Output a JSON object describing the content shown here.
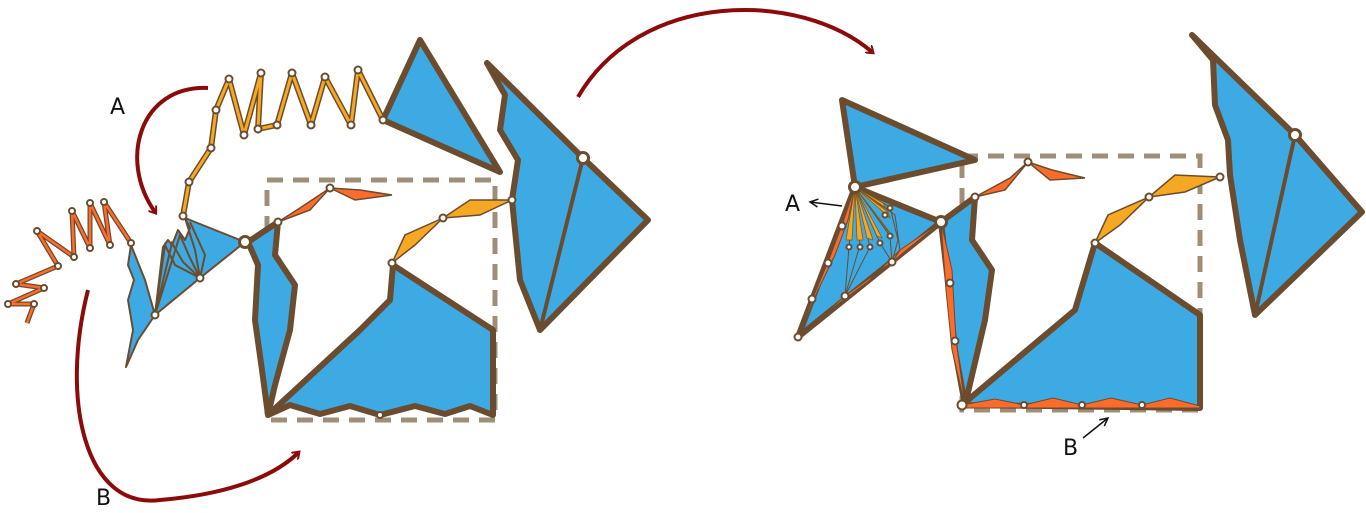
{
  "labels": {
    "left_a": "A",
    "left_b": "B",
    "right_a": "A",
    "right_b": "B"
  },
  "colors": {
    "blue": "#3DAAE4",
    "brown": "#6B4C2E",
    "orange": "#FF6B2B",
    "yellow": "#F7A823",
    "arrow": "#8B0A0A",
    "dashed": "#A08F78"
  }
}
